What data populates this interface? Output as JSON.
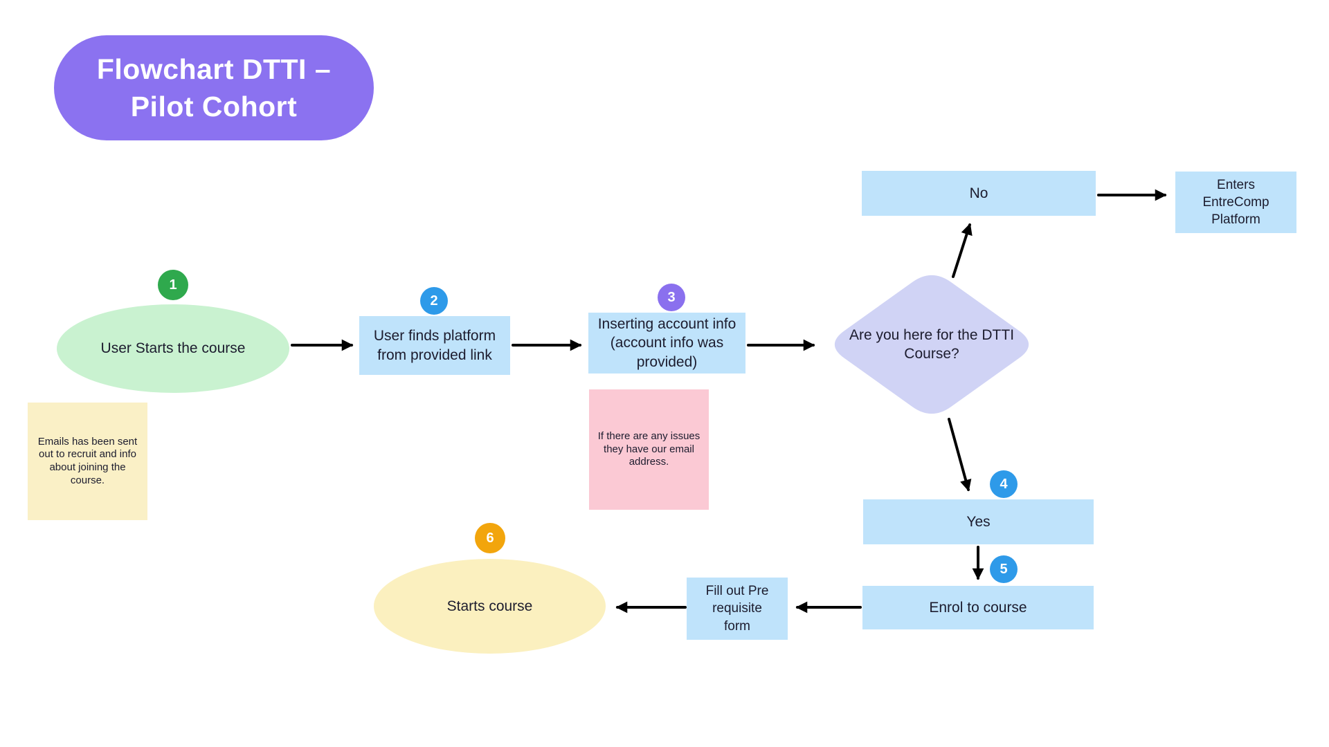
{
  "title": {
    "line1": "Flowchart DTTI –",
    "line2": "Pilot Cohort"
  },
  "nodes": {
    "start": {
      "badge": "1",
      "label": "User Starts the course"
    },
    "find_platform": {
      "badge": "2",
      "label": "User finds platform from provided link"
    },
    "insert_info": {
      "badge": "3",
      "label": "Inserting account info (account info was provided)"
    },
    "decision": {
      "label": "Are you here for the DTTI Course?"
    },
    "no_branch": {
      "label": "No"
    },
    "enters_platform": {
      "label": "Enters EntreComp Platform"
    },
    "yes_branch": {
      "badge": "4",
      "label": "Yes"
    },
    "enrol": {
      "badge": "5",
      "label": "Enrol to course"
    },
    "prerequisite_form": {
      "label": "Fill out Pre requisite form"
    },
    "starts_course": {
      "badge": "6",
      "label": "Starts course"
    }
  },
  "notes": {
    "emails": "Emails has been sent out to recruit and info about joining the course.",
    "issues": "If there are any issues they have our email address."
  },
  "palette": {
    "title_bg": "#8b72f0",
    "title_text": "#ffffff",
    "process_blue": "#bfe3fb",
    "terminator_green": "#c9f2d0",
    "terminator_yellow": "#fbf0bf",
    "decision_lavender": "#d0d3f5",
    "note_yellow": "#faf0c6",
    "note_pink": "#fbc9d4",
    "badge_green": "#2fa94d",
    "badge_blue": "#2e9ae9",
    "badge_purple": "#8a70ee",
    "badge_orange": "#f2a50c",
    "arrow": "#000000",
    "text": "#1c1c2e"
  }
}
